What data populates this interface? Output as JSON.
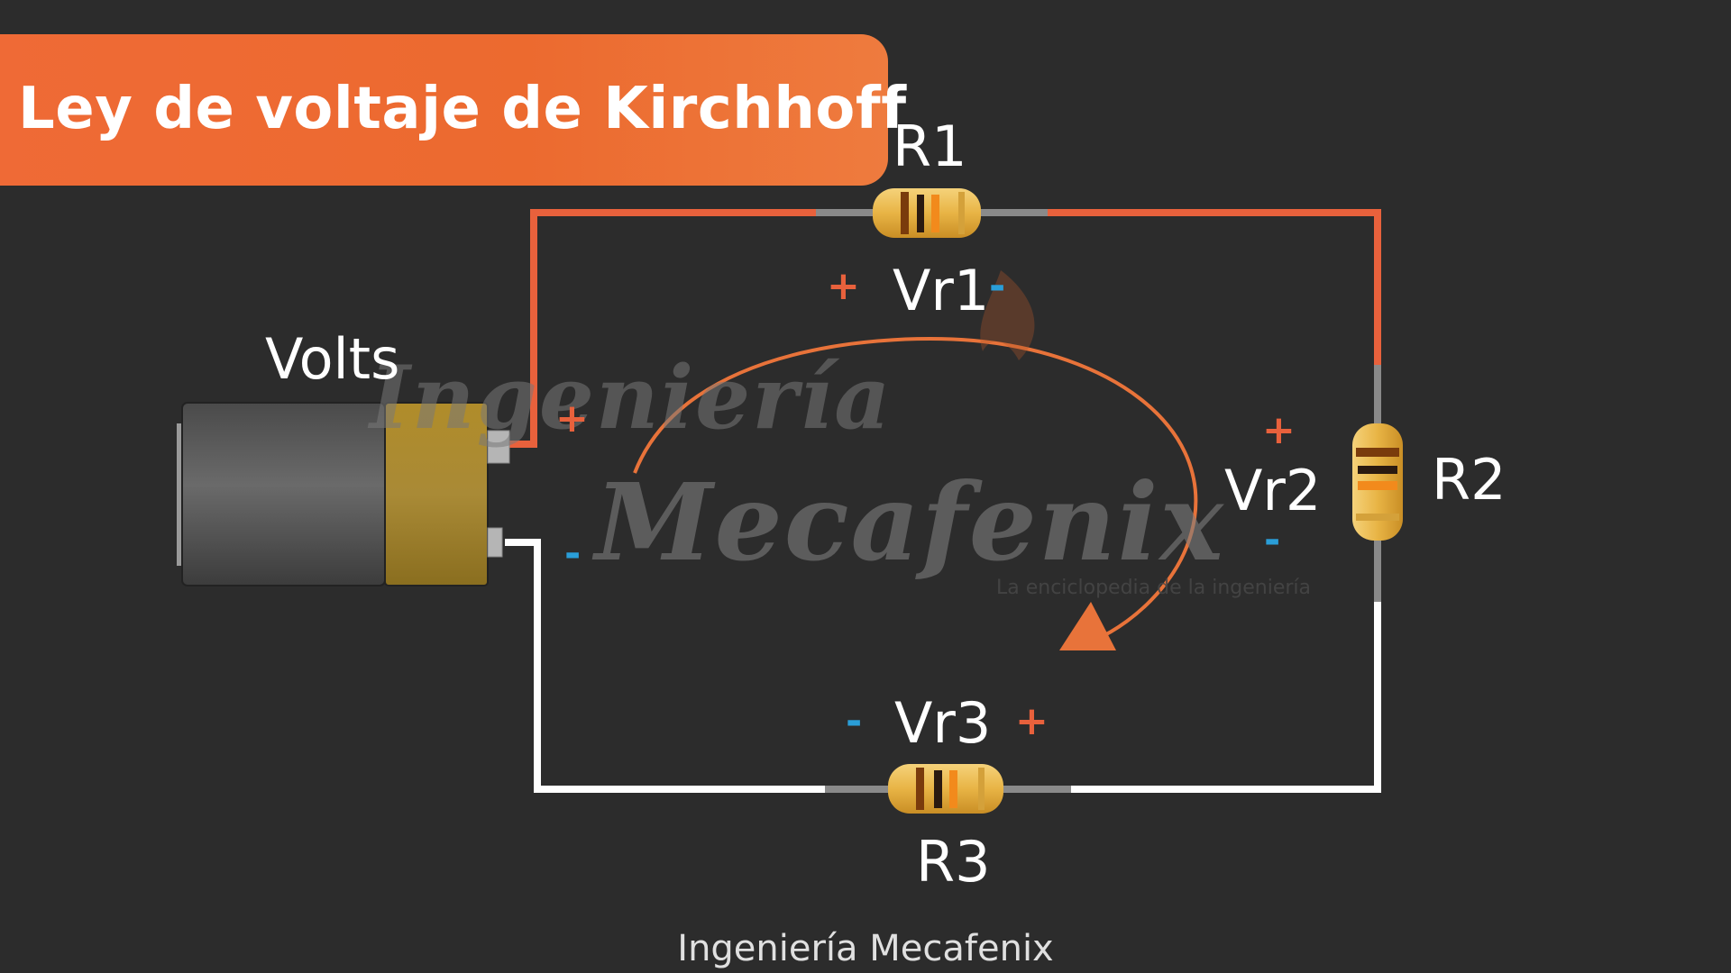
{
  "title": "Ley de voltaje de Kirchhoff",
  "source_label": "Volts",
  "resistors": {
    "r1": "R1",
    "r2": "R2",
    "r3": "R3"
  },
  "voltage_drops": {
    "vr1": "Vr1",
    "vr2": "Vr2",
    "vr3": "Vr3"
  },
  "signs": {
    "plus": "+",
    "minus": "-"
  },
  "watermark": {
    "line1": "Ingeniería",
    "line2": "Mecafenix",
    "tagline": "La enciclopedia de la ingeniería"
  },
  "footer": "Ingeniería Mecafenix",
  "colors": {
    "background": "#2c2c2c",
    "accent": "#ec6a2f",
    "wire_positive": "#e8613c",
    "wire_negative": "#ffffff",
    "plus_sign": "#e8613c",
    "minus_sign": "#2a9ed8",
    "loop_arrow": "#e8733a"
  }
}
